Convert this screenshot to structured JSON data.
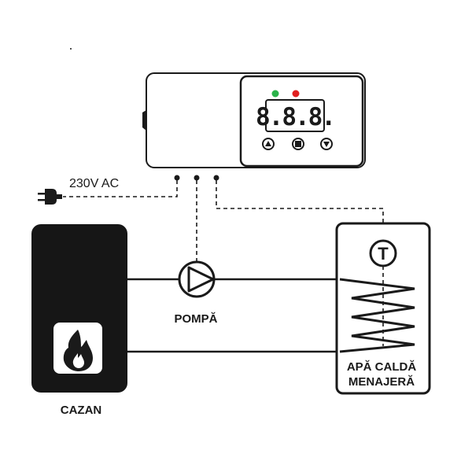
{
  "controller": {
    "display_value": "8.8.8.",
    "led_left_color": "#2bb34a",
    "led_right_color": "#e02020",
    "buttons": [
      "up-icon",
      "set-icon",
      "down-icon"
    ]
  },
  "power": {
    "label": "230V AC",
    "icon": "plug-icon"
  },
  "pump": {
    "label": "POMPĂ",
    "icon": "pump-icon"
  },
  "boiler": {
    "label": "CAZAN",
    "icon": "flame-icon"
  },
  "tank": {
    "sensor_label": "T",
    "label_line1": "APĂ CALDĂ",
    "label_line2": "MENAJERĂ",
    "icon": "coil-icon"
  },
  "colors": {
    "ink": "#1a1a1a",
    "boiler_fill": "#161616"
  }
}
